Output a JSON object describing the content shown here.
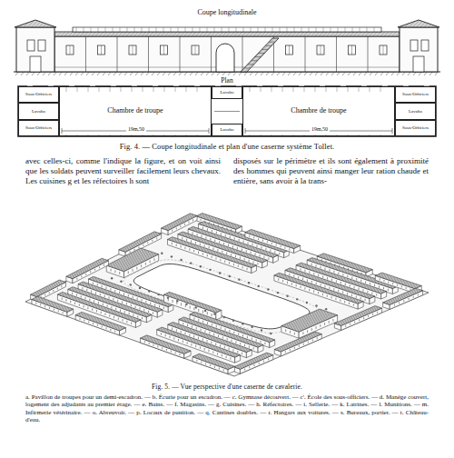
{
  "diagram": {
    "nodes": [
      {
        "text": [
          "Sous-Officiers"
        ]
      },
      {
        "text": [
          "Lavabo"
        ]
      },
      {
        "text": [
          "Sous-Officiers"
        ]
      },
      {
        "text": [
          "Chambre de troupe"
        ]
      },
      {
        "text": [
          "Lavabo"
        ]
      },
      {
        "text": [
          "Lavabo"
        ]
      },
      {
        "text": [
          "Chambre de troupe"
        ]
      },
      {
        "text": [
          "Sous-Officiers"
        ]
      },
      {
        "text": [
          "Lavabo"
        ]
      },
      {
        "text": [
          "Sous-Officiers"
        ]
      }
    ],
    "labels": [
      "Coupe longitudinale",
      "Plan",
      "19m,50",
      "19m,50",
      "Fig. 4. — Coupe longitudinale et plan d'une caserne système Tollet.",
      "avec celles-ci, comme l'indique la figure, et on voit ainsi que les soldats peuvent surveiller facilement leurs chevaux. Les cuisines g et les réfectoires h sont",
      "disposés sur le périmètre et ils sont également à proximité des hommes qui peuvent ainsi manger leur ration chaude et entière, sans avoir à la trans-",
      "Fig. 5. — Vue perspective d'une caserne de cavalerie.",
      "a. Pavillon de troupes pour un demi-escadron. — b. Écurie pour un escadron. — c. Gymnase découvert. — c'. École des sous-officiers. — d. Manège couvert, logement des adjudants au premier étage. — e. Bains. — f. Magasins. — g. Cuisines. — h. Réfectoires. — i. Sellerie. — k. Latrines. — l. Munitions. — m. Infirmerie vétérinaire. — o. Abreuvoir. — p. Locaux de punition. — q. Cantines doubles. — r. Hangars aux voitures. — s. Bureaux, portier. — t. Château-d'eau."
    ]
  }
}
